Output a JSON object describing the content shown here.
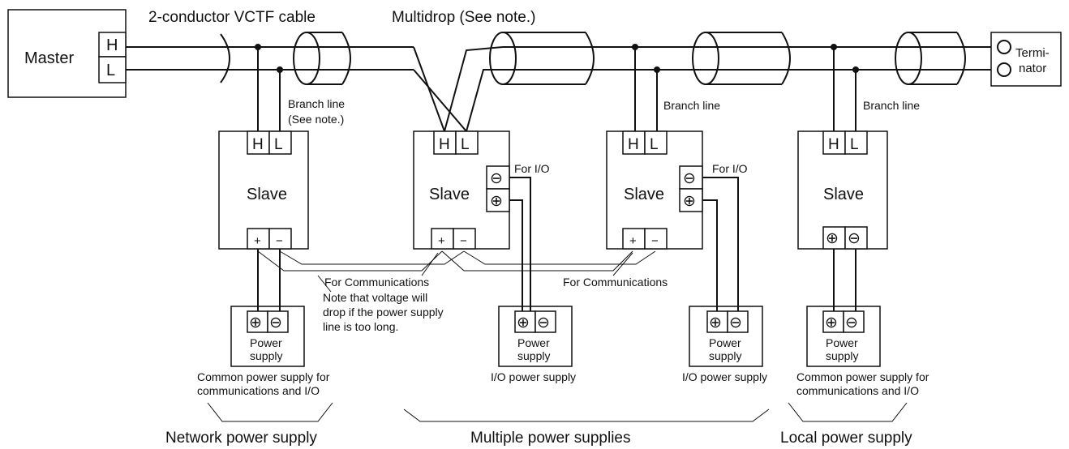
{
  "cable_label": "2-conductor VCTF cable",
  "multidrop_label": "Multidrop (See note.)",
  "master": {
    "label": "Master",
    "terminal_h": "H",
    "terminal_l": "L"
  },
  "terminator": {
    "line1": "Termi-",
    "line2": "nator"
  },
  "branch_line_label": "Branch line",
  "branch_line_note": "(See note.)",
  "slave_label": "Slave",
  "terminal_h": "H",
  "terminal_l": "L",
  "terminal_plus": "+",
  "terminal_minus": "−",
  "terminal_plus_circle": "⊕",
  "terminal_minus_circle": "⊖",
  "for_io_label": "For I/O",
  "for_communications_label": "For Communications",
  "voltage_note": [
    "Note that voltage will",
    "drop if the power supply",
    "line is too long."
  ],
  "power_supply": {
    "line1": "Power",
    "line2": "supply"
  },
  "common_supply_caption": [
    "Common power supply for",
    "communications and I/O"
  ],
  "io_supply_caption": "I/O power supply",
  "groups": {
    "network": "Network power supply",
    "multiple": "Multiple power supplies",
    "local": "Local power supply"
  },
  "colors": {
    "line": "#111111",
    "background": "#ffffff"
  }
}
